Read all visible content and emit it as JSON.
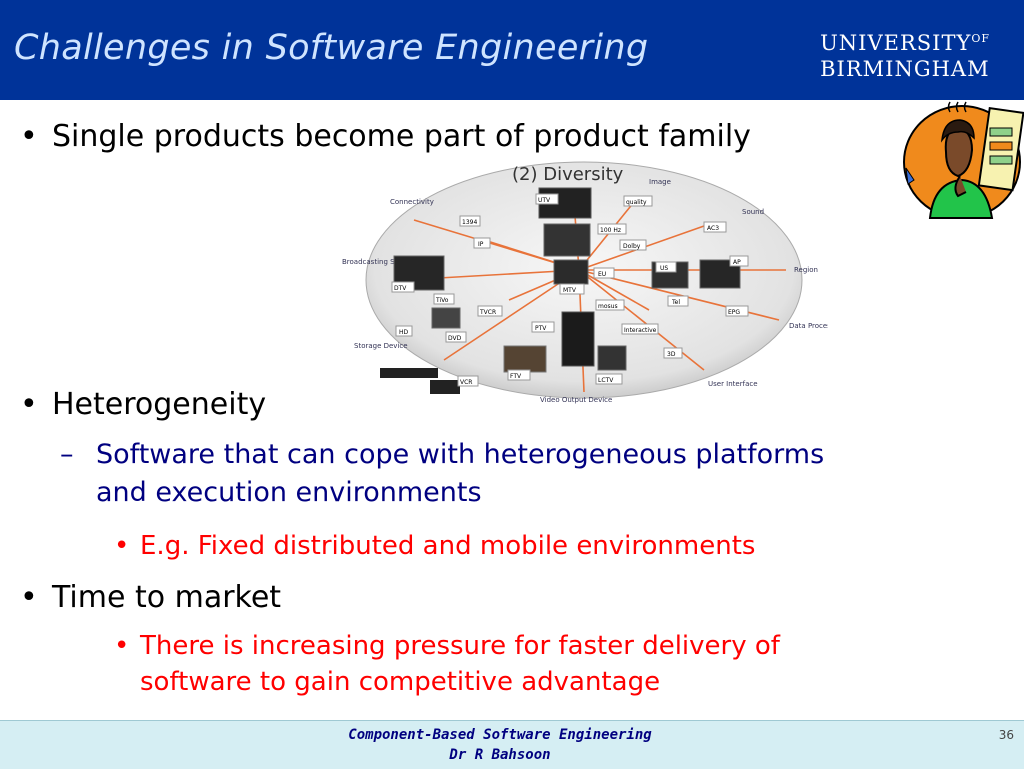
{
  "slide": {
    "title": "Challenges in Software Engineering",
    "logo": {
      "line1": "UNIVERSITY",
      "line1_sup": "OF",
      "line2": "BIRMINGHAM"
    },
    "bullets": {
      "b1": "Single products become part of product family",
      "b2": "Heterogeneity",
      "b2_sub": [
        "Software that can cope with heterogeneous platforms",
        "and execution environments"
      ],
      "b2_subsub": "E.g. Fixed distributed and mobile environments",
      "b3": "Time to market",
      "b3_sub": [
        "There is increasing pressure for faster delivery of",
        "software to gain competitive advantage"
      ]
    },
    "markers": {
      "bullet": "•",
      "dash": "–"
    },
    "diagram": {
      "title": "(2) Diversity",
      "outer_labels": [
        "Connectivity",
        "Image",
        "Sound",
        "Region",
        "Data Processin",
        "User Interface",
        "Video Output Device",
        "Storage Device",
        "Broadcasting Standard"
      ],
      "nodes": [
        "UTV",
        "1394",
        "IP",
        "DTV",
        "TiVo",
        "HD",
        "DVD",
        "VCR",
        "PTV",
        "FTV",
        "LCTV",
        "MTV",
        "EU",
        "US",
        "AP",
        "quality",
        "100 Hz",
        "Dolby",
        "AC3",
        "Tel",
        "EPG",
        "mosus",
        "3D",
        "TVCR",
        "Interactive"
      ]
    },
    "footer": {
      "line1": "Component-Based Software Engineering",
      "line2": "Dr R Bahsoon",
      "page": "36"
    },
    "colors": {
      "header": "#003399",
      "title": "#cfe4ff",
      "sub": "#000080",
      "subsub": "#ff0000",
      "footer": "#d5eef3"
    },
    "icons": {
      "cartoon": "thinking-person-icon"
    }
  }
}
